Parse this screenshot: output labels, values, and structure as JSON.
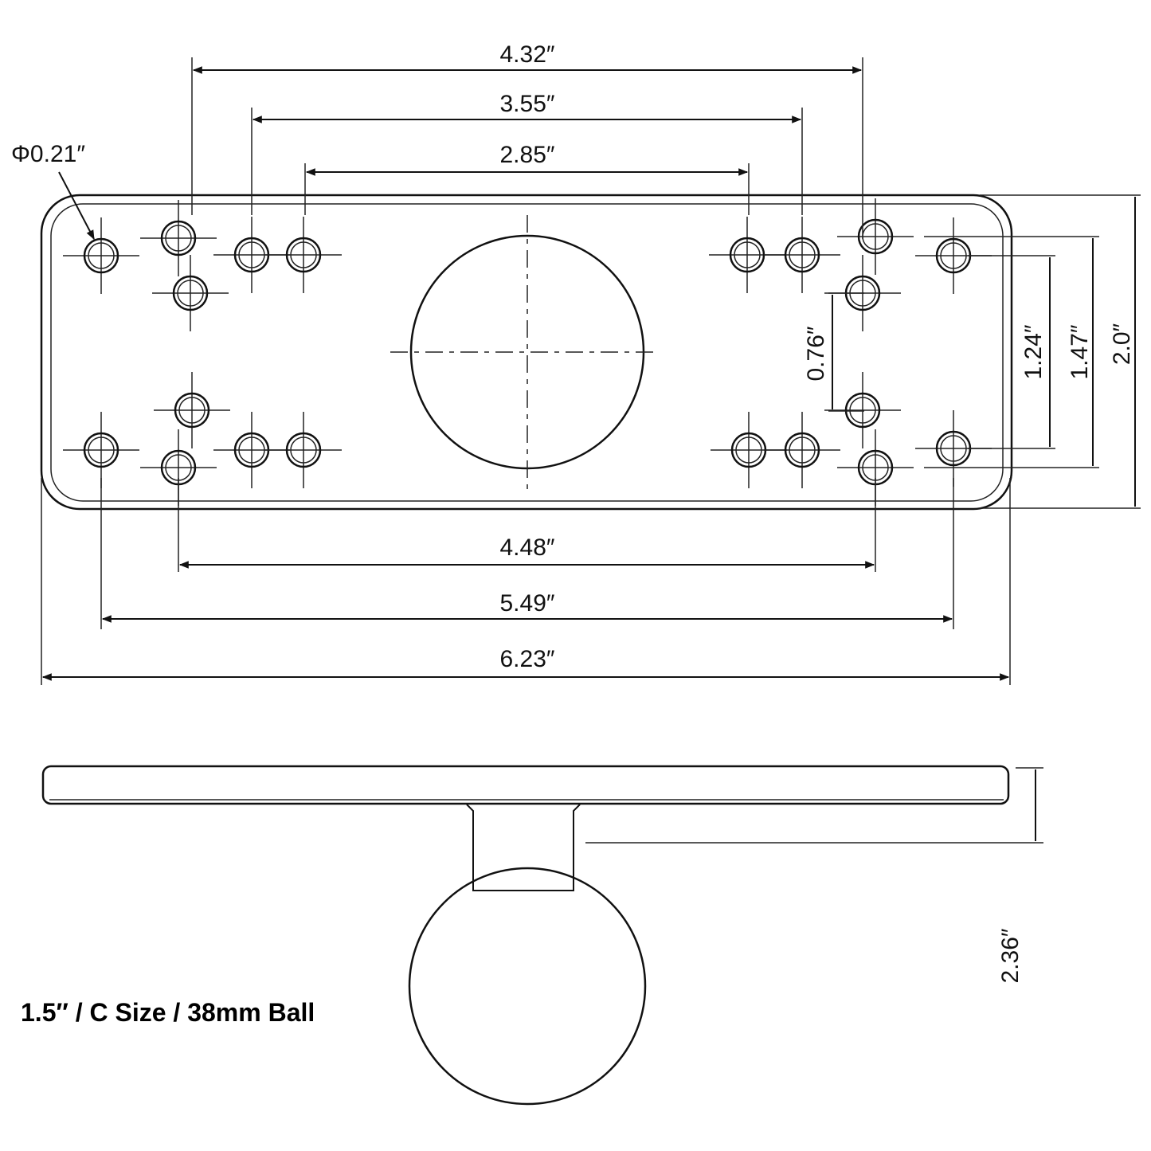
{
  "top_view": {
    "dimensions": {
      "hole_diameter": "Φ0.21″",
      "outer_top": "4.32″",
      "middle_top": "3.55″",
      "inner_top": "2.85″",
      "bottom_inner": "4.48″",
      "bottom_middle": "5.49″",
      "overall_length": "6.23″",
      "vertical_small": "0.76″",
      "vertical_1": "1.24″",
      "vertical_2": "1.47″",
      "overall_width": "2.0″"
    }
  },
  "side_view": {
    "height": "2.36″",
    "caption": "1.5″ / C Size / 38mm Ball"
  }
}
